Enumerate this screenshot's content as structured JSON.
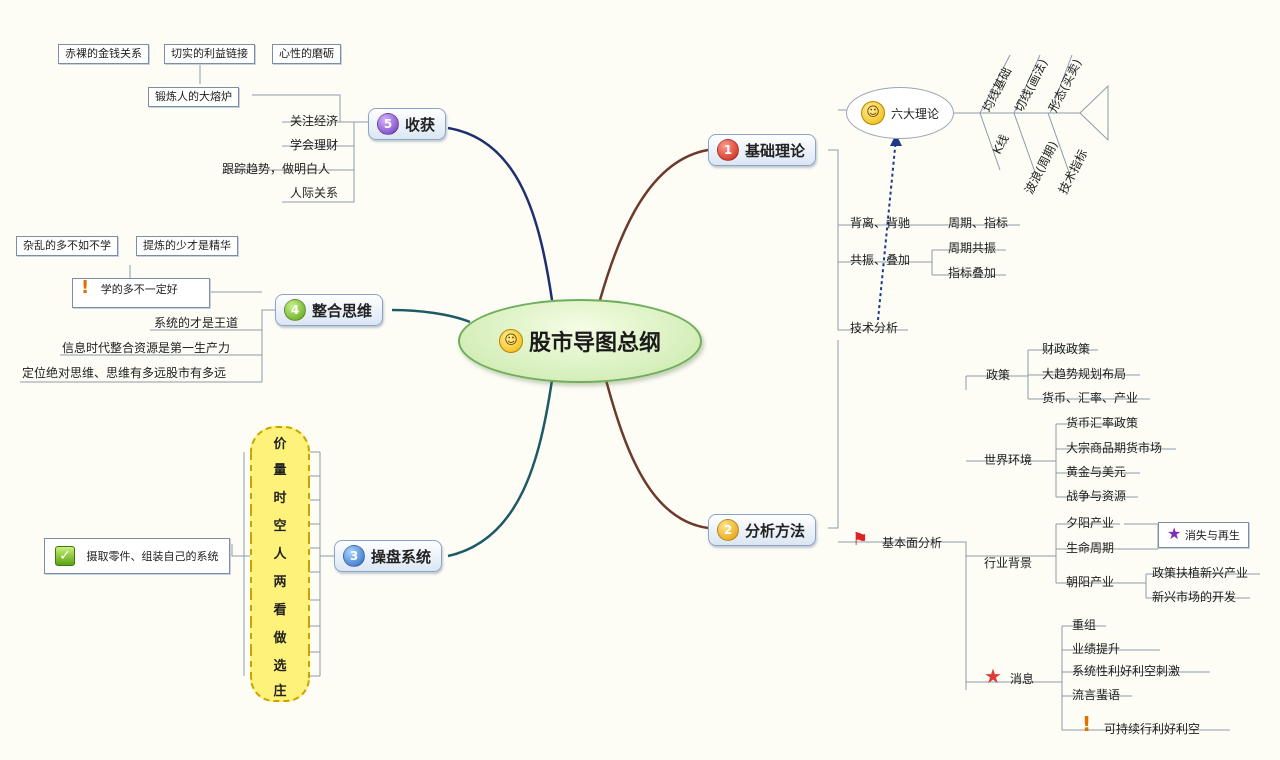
{
  "central": {
    "title": "股市导图总纲",
    "icon": "smiley-icon"
  },
  "basic_theory": {
    "label": "基础理论",
    "badge": "1",
    "six_theories": "六大理论",
    "fish_bones": [
      "均线基础",
      "切线(画法)",
      "形态(买卖)",
      "K线",
      "波浪(周期)",
      "技术指标"
    ],
    "items": {
      "beili_left": "背离、背驰",
      "beili_right": "周期、指标",
      "gongzhen_left": "共振、叠加",
      "gongzhen_right": [
        "周期共振",
        "指标叠加"
      ]
    },
    "tech_analysis": "技术分析"
  },
  "analysis": {
    "label": "分析方法",
    "badge": "2",
    "fundamental": "基本面分析",
    "policy": {
      "label": "政策",
      "items": [
        "财政政策",
        "大趋势规划布局",
        "货币、汇率、产业"
      ]
    },
    "world": {
      "label": "世界环境",
      "items": [
        "货币汇率政策",
        "大宗商品期货市场",
        "黄金与美元",
        "战争与资源"
      ]
    },
    "industry": {
      "label": "行业背景",
      "sunset": "夕阳产业",
      "cycle": "生命周期",
      "rebirth": "消失与再生",
      "rising": "朝阳产业",
      "rising_items": [
        "政策扶植新兴产业",
        "新兴市场的开发"
      ]
    },
    "news": {
      "label": "消息",
      "items": [
        "重组",
        "业绩提升",
        "系统性利好利空刺激",
        "流言蜚语"
      ],
      "warn": "可持续行利好利空"
    }
  },
  "operation": {
    "label": "操盘系统",
    "badge": "3",
    "capsule": [
      "价",
      "量",
      "时",
      "空",
      "人",
      "两",
      "看",
      "做",
      "选",
      "庄"
    ],
    "note": "摄取零件、组装自己的系统"
  },
  "integration": {
    "label": "整合思维",
    "badge": "4",
    "top_boxes": [
      "杂乱的多不如不学",
      "提炼的少才是精华"
    ],
    "warn": "学的多不一定好",
    "lines": [
      "系统的才是王道",
      "信息时代整合资源是第一生产力",
      "定位绝对思维、思维有多远股市有多远"
    ]
  },
  "harvest": {
    "label": "收获",
    "badge": "5",
    "top_boxes": [
      "赤裸的金钱关系",
      "切实的利益链接",
      "心性的磨砺"
    ],
    "crucible": "锻炼人的大熔炉",
    "lines": [
      "关注经济",
      "学会理财",
      "跟踪趋势，做明白人",
      "人际关系"
    ]
  }
}
